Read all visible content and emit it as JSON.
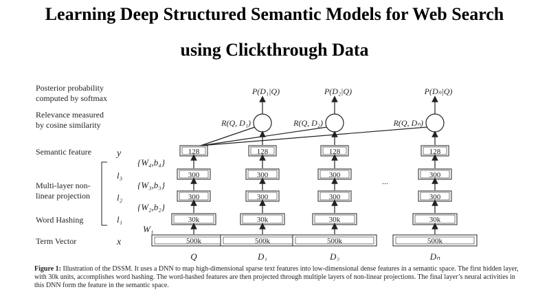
{
  "title_line1": "Learning Deep Structured Semantic Models for Web Search",
  "title_line2": "using Clickthrough Data",
  "left_labels": {
    "posterior": [
      "Posterior probability",
      "computed by softmax"
    ],
    "relevance": [
      "Relevance measured",
      "by cosine similarity"
    ],
    "semantic": "Semantic feature",
    "multilayer": [
      "Multi-layer non-",
      "linear projection"
    ],
    "word_hashing": "Word Hashing",
    "term_vector": "Term Vector"
  },
  "symbols": {
    "y": "y",
    "l3": "l₃",
    "l2": "l₂",
    "l1": "l₁",
    "x": "x",
    "w4": "{W₄,b₄}",
    "w3": "{W₃,b₃}",
    "w2": "{W₂,b₂}",
    "w1": "W₁"
  },
  "ellipsis": "...",
  "columns": [
    {
      "id": "Q",
      "label": "Q",
      "posterior": "",
      "relevance": ""
    },
    {
      "id": "D1",
      "label": "D₁",
      "posterior": "P(D₁|Q)",
      "relevance": "R(Q, D₁)"
    },
    {
      "id": "D2",
      "label": "D₂",
      "posterior": "P(D₂|Q)",
      "relevance": "R(Q, D₂)"
    },
    {
      "id": "Dn",
      "label": "Dₙ",
      "posterior": "P(Dₙ|Q)",
      "relevance": "R(Q, Dₙ)"
    }
  ],
  "layers": {
    "semantic": "128",
    "l3": "300",
    "l2": "300",
    "hash": "30k",
    "term": "500k"
  },
  "caption": {
    "bold": "Figure 1:",
    "text": " Illustration of the DSSM. It uses a DNN to map high-dimensional sparse text features into low-dimensional dense features in a semantic space. The first hidden layer, with 30k units, accomplishes word hashing. The word-hashed features are then projected through multiple layers of non-linear projections. The final layer’s neural activities in this DNN form the feature in the semantic space."
  }
}
